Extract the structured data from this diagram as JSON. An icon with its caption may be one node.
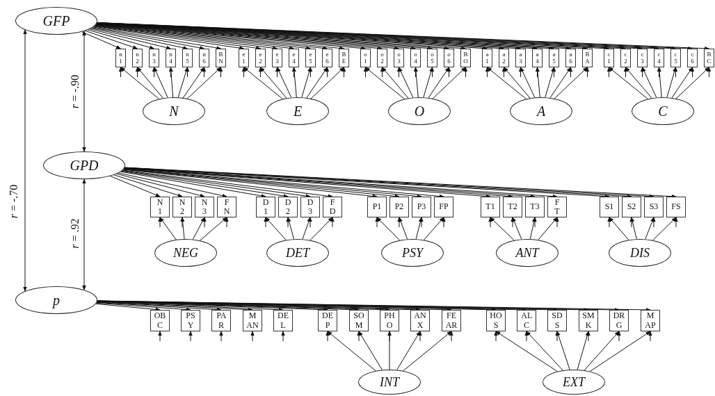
{
  "diagram": {
    "nodes": [
      {
        "text": [
          "GFP"
        ]
      },
      {
        "text": [
          "n 1"
        ]
      },
      {
        "text": [
          "n 2"
        ]
      },
      {
        "text": [
          "n 3"
        ]
      },
      {
        "text": [
          "n 4"
        ]
      },
      {
        "text": [
          "n 5"
        ]
      },
      {
        "text": [
          "n 6"
        ]
      },
      {
        "text": [
          "B N"
        ]
      },
      {
        "text": [
          "e 1"
        ]
      },
      {
        "text": [
          "e 2"
        ]
      },
      {
        "text": [
          "e 3"
        ]
      },
      {
        "text": [
          "e 4"
        ]
      },
      {
        "text": [
          "e 5"
        ]
      },
      {
        "text": [
          "e 6"
        ]
      },
      {
        "text": [
          "B E"
        ]
      },
      {
        "text": [
          "o 1"
        ]
      },
      {
        "text": [
          "o 2"
        ]
      },
      {
        "text": [
          "o 3"
        ]
      },
      {
        "text": [
          "o 4"
        ]
      },
      {
        "text": [
          "o 5"
        ]
      },
      {
        "text": [
          "o 6"
        ]
      },
      {
        "text": [
          "B O"
        ]
      },
      {
        "text": [
          "a 1"
        ]
      },
      {
        "text": [
          "a 2"
        ]
      },
      {
        "text": [
          "a 3"
        ]
      },
      {
        "text": [
          "a 4"
        ]
      },
      {
        "text": [
          "a 5"
        ]
      },
      {
        "text": [
          "a 6"
        ]
      },
      {
        "text": [
          "B A"
        ]
      },
      {
        "text": [
          "c 1"
        ]
      },
      {
        "text": [
          "c 2"
        ]
      },
      {
        "text": [
          "c 3"
        ]
      },
      {
        "text": [
          "c 4"
        ]
      },
      {
        "text": [
          "c 5"
        ]
      },
      {
        "text": [
          "c 6"
        ]
      },
      {
        "text": [
          "B C"
        ]
      },
      {
        "text": [
          "N"
        ]
      },
      {
        "text": [
          "E"
        ]
      },
      {
        "text": [
          "O"
        ]
      },
      {
        "text": [
          "A"
        ]
      },
      {
        "text": [
          "C"
        ]
      },
      {
        "text": [
          "GPD"
        ]
      },
      {
        "text": [
          "N 1"
        ]
      },
      {
        "text": [
          "N 2"
        ]
      },
      {
        "text": [
          "N 3"
        ]
      },
      {
        "text": [
          "F N"
        ]
      },
      {
        "text": [
          "D 1"
        ]
      },
      {
        "text": [
          "D 2"
        ]
      },
      {
        "text": [
          "D 3"
        ]
      },
      {
        "text": [
          "F D"
        ]
      },
      {
        "text": [
          "P1"
        ]
      },
      {
        "text": [
          "P2"
        ]
      },
      {
        "text": [
          "P3"
        ]
      },
      {
        "text": [
          "FP"
        ]
      },
      {
        "text": [
          "T1"
        ]
      },
      {
        "text": [
          "T2"
        ]
      },
      {
        "text": [
          "T3"
        ]
      },
      {
        "text": [
          "F T"
        ]
      },
      {
        "text": [
          "S1"
        ]
      },
      {
        "text": [
          "S2"
        ]
      },
      {
        "text": [
          "S3"
        ]
      },
      {
        "text": [
          "FS"
        ]
      },
      {
        "text": [
          "NEG"
        ]
      },
      {
        "text": [
          "DET"
        ]
      },
      {
        "text": [
          "PSY"
        ]
      },
      {
        "text": [
          "ANT"
        ]
      },
      {
        "text": [
          "DIS"
        ]
      },
      {
        "text": [
          "p"
        ]
      },
      {
        "text": [
          "OB C"
        ]
      },
      {
        "text": [
          "PS Y"
        ]
      },
      {
        "text": [
          "PA R"
        ]
      },
      {
        "text": [
          "M AN"
        ]
      },
      {
        "text": [
          "DE L"
        ]
      },
      {
        "text": [
          "DE P"
        ]
      },
      {
        "text": [
          "SO M"
        ]
      },
      {
        "text": [
          "PH O"
        ]
      },
      {
        "text": [
          "AN X"
        ]
      },
      {
        "text": [
          "FE AR"
        ]
      },
      {
        "text": [
          "HO S"
        ]
      },
      {
        "text": [
          "AL C"
        ]
      },
      {
        "text": [
          "SD S"
        ]
      },
      {
        "text": [
          "SM K"
        ]
      },
      {
        "text": [
          "DR G"
        ]
      },
      {
        "text": [
          "M AP"
        ]
      },
      {
        "text": [
          "INT"
        ]
      },
      {
        "text": [
          "EXT"
        ]
      }
    ],
    "edges": [
      {
        "from": 0,
        "to": 41,
        "arrow": "both",
        "label": "*r* = -.90"
      },
      {
        "from": 41,
        "to": 67,
        "arrow": "both",
        "label": "*r* = .92"
      },
      {
        "from": 0,
        "to": 67,
        "arrow": "both",
        "label": "*r* = -.70"
      },
      {
        "from": 0,
        "to": 1,
        "arrow": "to"
      },
      {
        "from": 0,
        "to": 2,
        "arrow": "to"
      },
      {
        "from": 0,
        "to": 3,
        "arrow": "to"
      },
      {
        "from": 0,
        "to": 4,
        "arrow": "to"
      },
      {
        "from": 0,
        "to": 5,
        "arrow": "to"
      },
      {
        "from": 0,
        "to": 6,
        "arrow": "to"
      },
      {
        "from": 0,
        "to": 7,
        "arrow": "to"
      },
      {
        "from": 0,
        "to": 8,
        "arrow": "to"
      },
      {
        "from": 0,
        "to": 9,
        "arrow": "to"
      },
      {
        "from": 0,
        "to": 10,
        "arrow": "to"
      },
      {
        "from": 0,
        "to": 11,
        "arrow": "to"
      },
      {
        "from": 0,
        "to": 12,
        "arrow": "to"
      },
      {
        "from": 0,
        "to": 13,
        "arrow": "to"
      },
      {
        "from": 0,
        "to": 14,
        "arrow": "to"
      },
      {
        "from": 0,
        "to": 15,
        "arrow": "to"
      },
      {
        "from": 0,
        "to": 16,
        "arrow": "to"
      },
      {
        "from": 0,
        "to": 17,
        "arrow": "to"
      },
      {
        "from": 0,
        "to": 18,
        "arrow": "to"
      },
      {
        "from": 0,
        "to": 19,
        "arrow": "to"
      },
      {
        "from": 0,
        "to": 20,
        "arrow": "to"
      },
      {
        "from": 0,
        "to": 21,
        "arrow": "to"
      },
      {
        "from": 0,
        "to": 22,
        "arrow": "to"
      },
      {
        "from": 0,
        "to": 23,
        "arrow": "to"
      },
      {
        "from": 0,
        "to": 24,
        "arrow": "to"
      },
      {
        "from": 0,
        "to": 25,
        "arrow": "to"
      },
      {
        "from": 0,
        "to": 26,
        "arrow": "to"
      },
      {
        "from": 0,
        "to": 27,
        "arrow": "to"
      },
      {
        "from": 0,
        "to": 28,
        "arrow": "to"
      },
      {
        "from": 0,
        "to": 29,
        "arrow": "to"
      },
      {
        "from": 0,
        "to": 30,
        "arrow": "to"
      },
      {
        "from": 0,
        "to": 31,
        "arrow": "to"
      },
      {
        "from": 0,
        "to": 32,
        "arrow": "to"
      },
      {
        "from": 0,
        "to": 33,
        "arrow": "to"
      },
      {
        "from": 0,
        "to": 34,
        "arrow": "to"
      },
      {
        "from": 0,
        "to": 35,
        "arrow": "to"
      },
      {
        "from": 36,
        "to": 1,
        "arrow": "to"
      },
      {
        "from": 36,
        "to": 2,
        "arrow": "to"
      },
      {
        "from": 36,
        "to": 3,
        "arrow": "to"
      },
      {
        "from": 36,
        "to": 4,
        "arrow": "to"
      },
      {
        "from": 36,
        "to": 5,
        "arrow": "to"
      },
      {
        "from": 36,
        "to": 6,
        "arrow": "to"
      },
      {
        "from": 36,
        "to": 7,
        "arrow": "to"
      },
      {
        "from": 37,
        "to": 8,
        "arrow": "to"
      },
      {
        "from": 37,
        "to": 9,
        "arrow": "to"
      },
      {
        "from": 37,
        "to": 10,
        "arrow": "to"
      },
      {
        "from": 37,
        "to": 11,
        "arrow": "to"
      },
      {
        "from": 37,
        "to": 12,
        "arrow": "to"
      },
      {
        "from": 37,
        "to": 13,
        "arrow": "to"
      },
      {
        "from": 37,
        "to": 14,
        "arrow": "to"
      },
      {
        "from": 38,
        "to": 15,
        "arrow": "to"
      },
      {
        "from": 38,
        "to": 16,
        "arrow": "to"
      },
      {
        "from": 38,
        "to": 17,
        "arrow": "to"
      },
      {
        "from": 38,
        "to": 18,
        "arrow": "to"
      },
      {
        "from": 38,
        "to": 19,
        "arrow": "to"
      },
      {
        "from": 38,
        "to": 20,
        "arrow": "to"
      },
      {
        "from": 38,
        "to": 21,
        "arrow": "to"
      },
      {
        "from": 39,
        "to": 22,
        "arrow": "to"
      },
      {
        "from": 39,
        "to": 23,
        "arrow": "to"
      },
      {
        "from": 39,
        "to": 24,
        "arrow": "to"
      },
      {
        "from": 39,
        "to": 25,
        "arrow": "to"
      },
      {
        "from": 39,
        "to": 26,
        "arrow": "to"
      },
      {
        "from": 39,
        "to": 27,
        "arrow": "to"
      },
      {
        "from": 39,
        "to": 28,
        "arrow": "to"
      },
      {
        "from": 40,
        "to": 29,
        "arrow": "to"
      },
      {
        "from": 40,
        "to": 30,
        "arrow": "to"
      },
      {
        "from": 40,
        "to": 31,
        "arrow": "to"
      },
      {
        "from": 40,
        "to": 32,
        "arrow": "to"
      },
      {
        "from": 40,
        "to": 33,
        "arrow": "to"
      },
      {
        "from": 40,
        "to": 34,
        "arrow": "to"
      },
      {
        "from": 40,
        "to": 35,
        "arrow": "to"
      },
      {
        "from": null,
        "to": 1,
        "arrow": "to"
      },
      {
        "from": null,
        "to": 2,
        "arrow": "to"
      },
      {
        "from": null,
        "to": 3,
        "arrow": "to"
      },
      {
        "from": null,
        "to": 4,
        "arrow": "to"
      },
      {
        "from": null,
        "to": 5,
        "arrow": "to"
      },
      {
        "from": null,
        "to": 6,
        "arrow": "to"
      },
      {
        "from": null,
        "to": 7,
        "arrow": "to"
      },
      {
        "from": null,
        "to": 8,
        "arrow": "to"
      },
      {
        "from": null,
        "to": 9,
        "arrow": "to"
      },
      {
        "from": null,
        "to": 10,
        "arrow": "to"
      },
      {
        "from": null,
        "to": 11,
        "arrow": "to"
      },
      {
        "from": null,
        "to": 12,
        "arrow": "to"
      },
      {
        "from": null,
        "to": 13,
        "arrow": "to"
      },
      {
        "from": null,
        "to": 14,
        "arrow": "to"
      },
      {
        "from": null,
        "to": 15,
        "arrow": "to"
      },
      {
        "from": null,
        "to": 16,
        "arrow": "to"
      },
      {
        "from": null,
        "to": 17,
        "arrow": "to"
      },
      {
        "from": null,
        "to": 18,
        "arrow": "to"
      },
      {
        "from": null,
        "to": 19,
        "arrow": "to"
      },
      {
        "from": null,
        "to": 20,
        "arrow": "to"
      },
      {
        "from": null,
        "to": 21,
        "arrow": "to"
      },
      {
        "from": null,
        "to": 22,
        "arrow": "to"
      },
      {
        "from": null,
        "to": 23,
        "arrow": "to"
      },
      {
        "from": null,
        "to": 24,
        "arrow": "to"
      },
      {
        "from": null,
        "to": 25,
        "arrow": "to"
      },
      {
        "from": null,
        "to": 26,
        "arrow": "to"
      },
      {
        "from": null,
        "to": 27,
        "arrow": "to"
      },
      {
        "from": null,
        "to": 28,
        "arrow": "to"
      },
      {
        "from": null,
        "to": 29,
        "arrow": "to"
      },
      {
        "from": null,
        "to": 30,
        "arrow": "to"
      },
      {
        "from": null,
        "to": 31,
        "arrow": "to"
      },
      {
        "from": null,
        "to": 32,
        "arrow": "to"
      },
      {
        "from": null,
        "to": 33,
        "arrow": "to"
      },
      {
        "from": null,
        "to": 34,
        "arrow": "to"
      },
      {
        "from": null,
        "to": 35,
        "arrow": "to"
      },
      {
        "from": 41,
        "to": 42,
        "arrow": "to"
      },
      {
        "from": 41,
        "to": 43,
        "arrow": "to"
      },
      {
        "from": 41,
        "to": 44,
        "arrow": "to"
      },
      {
        "from": 41,
        "to": 45,
        "arrow": "to"
      },
      {
        "from": 41,
        "to": 46,
        "arrow": "to"
      },
      {
        "from": 41,
        "to": 47,
        "arrow": "to"
      },
      {
        "from": 41,
        "to": 48,
        "arrow": "to"
      },
      {
        "from": 41,
        "to": 49,
        "arrow": "to"
      },
      {
        "from": 41,
        "to": 50,
        "arrow": "to"
      },
      {
        "from": 41,
        "to": 51,
        "arrow": "to"
      },
      {
        "from": 41,
        "to": 52,
        "arrow": "to"
      },
      {
        "from": 41,
        "to": 53,
        "arrow": "to"
      },
      {
        "from": 41,
        "to": 54,
        "arrow": "to"
      },
      {
        "from": 41,
        "to": 55,
        "arrow": "to"
      },
      {
        "from": 41,
        "to": 56,
        "arrow": "to"
      },
      {
        "from": 41,
        "to": 57,
        "arrow": "to"
      },
      {
        "from": 41,
        "to": 58,
        "arrow": "to"
      },
      {
        "from": 41,
        "to": 59,
        "arrow": "to"
      },
      {
        "from": 41,
        "to": 60,
        "arrow": "to"
      },
      {
        "from": 41,
        "to": 61,
        "arrow": "to"
      },
      {
        "from": 62,
        "to": 42,
        "arrow": "to"
      },
      {
        "from": 62,
        "to": 43,
        "arrow": "to"
      },
      {
        "from": 62,
        "to": 44,
        "arrow": "to"
      },
      {
        "from": 62,
        "to": 45,
        "arrow": "to"
      },
      {
        "from": 63,
        "to": 46,
        "arrow": "to"
      },
      {
        "from": 63,
        "to": 47,
        "arrow": "to"
      },
      {
        "from": 63,
        "to": 48,
        "arrow": "to"
      },
      {
        "from": 63,
        "to": 49,
        "arrow": "to"
      },
      {
        "from": 64,
        "to": 50,
        "arrow": "to"
      },
      {
        "from": 64,
        "to": 51,
        "arrow": "to"
      },
      {
        "from": 64,
        "to": 52,
        "arrow": "to"
      },
      {
        "from": 64,
        "to": 53,
        "arrow": "to"
      },
      {
        "from": 65,
        "to": 54,
        "arrow": "to"
      },
      {
        "from": 65,
        "to": 55,
        "arrow": "to"
      },
      {
        "from": 65,
        "to": 56,
        "arrow": "to"
      },
      {
        "from": 65,
        "to": 57,
        "arrow": "to"
      },
      {
        "from": 66,
        "to": 58,
        "arrow": "to"
      },
      {
        "from": 66,
        "to": 59,
        "arrow": "to"
      },
      {
        "from": 66,
        "to": 60,
        "arrow": "to"
      },
      {
        "from": 66,
        "to": 61,
        "arrow": "to"
      },
      {
        "from": null,
        "to": 42,
        "arrow": "to"
      },
      {
        "from": null,
        "to": 43,
        "arrow": "to"
      },
      {
        "from": null,
        "to": 44,
        "arrow": "to"
      },
      {
        "from": null,
        "to": 45,
        "arrow": "to"
      },
      {
        "from": null,
        "to": 46,
        "arrow": "to"
      },
      {
        "from": null,
        "to": 47,
        "arrow": "to"
      },
      {
        "from": null,
        "to": 48,
        "arrow": "to"
      },
      {
        "from": null,
        "to": 49,
        "arrow": "to"
      },
      {
        "from": null,
        "to": 50,
        "arrow": "to"
      },
      {
        "from": null,
        "to": 51,
        "arrow": "to"
      },
      {
        "from": null,
        "to": 52,
        "arrow": "to"
      },
      {
        "from": null,
        "to": 53,
        "arrow": "to"
      },
      {
        "from": null,
        "to": 54,
        "arrow": "to"
      },
      {
        "from": null,
        "to": 55,
        "arrow": "to"
      },
      {
        "from": null,
        "to": 56,
        "arrow": "to"
      },
      {
        "from": null,
        "to": 57,
        "arrow": "to"
      },
      {
        "from": null,
        "to": 58,
        "arrow": "to"
      },
      {
        "from": null,
        "to": 59,
        "arrow": "to"
      },
      {
        "from": null,
        "to": 60,
        "arrow": "to"
      },
      {
        "from": null,
        "to": 61,
        "arrow": "to"
      },
      {
        "from": 67,
        "to": 68,
        "arrow": "to"
      },
      {
        "from": 67,
        "to": 69,
        "arrow": "to"
      },
      {
        "from": 67,
        "to": 70,
        "arrow": "to"
      },
      {
        "from": 67,
        "to": 71,
        "arrow": "to"
      },
      {
        "from": 67,
        "to": 72,
        "arrow": "to"
      },
      {
        "from": 67,
        "to": 73,
        "arrow": "to"
      },
      {
        "from": 67,
        "to": 74,
        "arrow": "to"
      },
      {
        "from": 67,
        "to": 75,
        "arrow": "to"
      },
      {
        "from": 67,
        "to": 76,
        "arrow": "to"
      },
      {
        "from": 67,
        "to": 77,
        "arrow": "to"
      },
      {
        "from": 67,
        "to": 78,
        "arrow": "to"
      },
      {
        "from": 67,
        "to": 79,
        "arrow": "to"
      },
      {
        "from": 67,
        "to": 80,
        "arrow": "to"
      },
      {
        "from": 67,
        "to": 81,
        "arrow": "to"
      },
      {
        "from": 67,
        "to": 82,
        "arrow": "to"
      },
      {
        "from": 67,
        "to": 83,
        "arrow": "to"
      },
      {
        "from": 84,
        "to": 73,
        "arrow": "to"
      },
      {
        "from": 84,
        "to": 74,
        "arrow": "to"
      },
      {
        "from": 84,
        "to": 75,
        "arrow": "to"
      },
      {
        "from": 84,
        "to": 76,
        "arrow": "to"
      },
      {
        "from": 84,
        "to": 77,
        "arrow": "to"
      },
      {
        "from": 85,
        "to": 78,
        "arrow": "to"
      },
      {
        "from": 85,
        "to": 79,
        "arrow": "to"
      },
      {
        "from": 85,
        "to": 80,
        "arrow": "to"
      },
      {
        "from": 85,
        "to": 81,
        "arrow": "to"
      },
      {
        "from": 85,
        "to": 82,
        "arrow": "to"
      },
      {
        "from": 85,
        "to": 83,
        "arrow": "to"
      },
      {
        "from": null,
        "to": 68,
        "arrow": "to"
      },
      {
        "from": null,
        "to": 69,
        "arrow": "to"
      },
      {
        "from": null,
        "to": 70,
        "arrow": "to"
      },
      {
        "from": null,
        "to": 71,
        "arrow": "to"
      },
      {
        "from": null,
        "to": 72,
        "arrow": "to"
      },
      {
        "from": null,
        "to": 73,
        "arrow": "to"
      },
      {
        "from": null,
        "to": 74,
        "arrow": "to"
      },
      {
        "from": null,
        "to": 75,
        "arrow": "to"
      },
      {
        "from": null,
        "to": 76,
        "arrow": "to"
      },
      {
        "from": null,
        "to": 77,
        "arrow": "to"
      },
      {
        "from": null,
        "to": 78,
        "arrow": "to"
      },
      {
        "from": null,
        "to": 79,
        "arrow": "to"
      },
      {
        "from": null,
        "to": 80,
        "arrow": "to"
      },
      {
        "from": null,
        "to": 81,
        "arrow": "to"
      },
      {
        "from": null,
        "to": 82,
        "arrow": "to"
      },
      {
        "from": null,
        "to": 83,
        "arrow": "to"
      }
    ]
  }
}
